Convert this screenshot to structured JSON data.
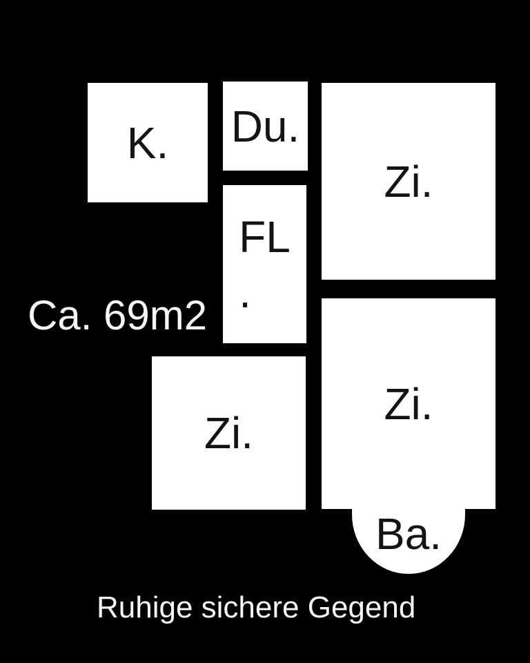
{
  "floorplan": {
    "area_label": "Ca. 69m2",
    "caption": "Ruhige sichere Gegend",
    "rooms": [
      {
        "id": "kitchen",
        "label": "K."
      },
      {
        "id": "shower",
        "label": "Du."
      },
      {
        "id": "zi-top-right",
        "label": "Zi."
      },
      {
        "id": "hallway",
        "label": "FL\n."
      },
      {
        "id": "zi-bottom-left",
        "label": "Zi."
      },
      {
        "id": "zi-bottom-right",
        "label": "Zi."
      },
      {
        "id": "bath",
        "label": "Ba."
      }
    ],
    "colors": {
      "background": "#000000",
      "room_fill": "#ffffff",
      "room_text": "#141414",
      "outside_text": "#f5f5f5"
    }
  }
}
